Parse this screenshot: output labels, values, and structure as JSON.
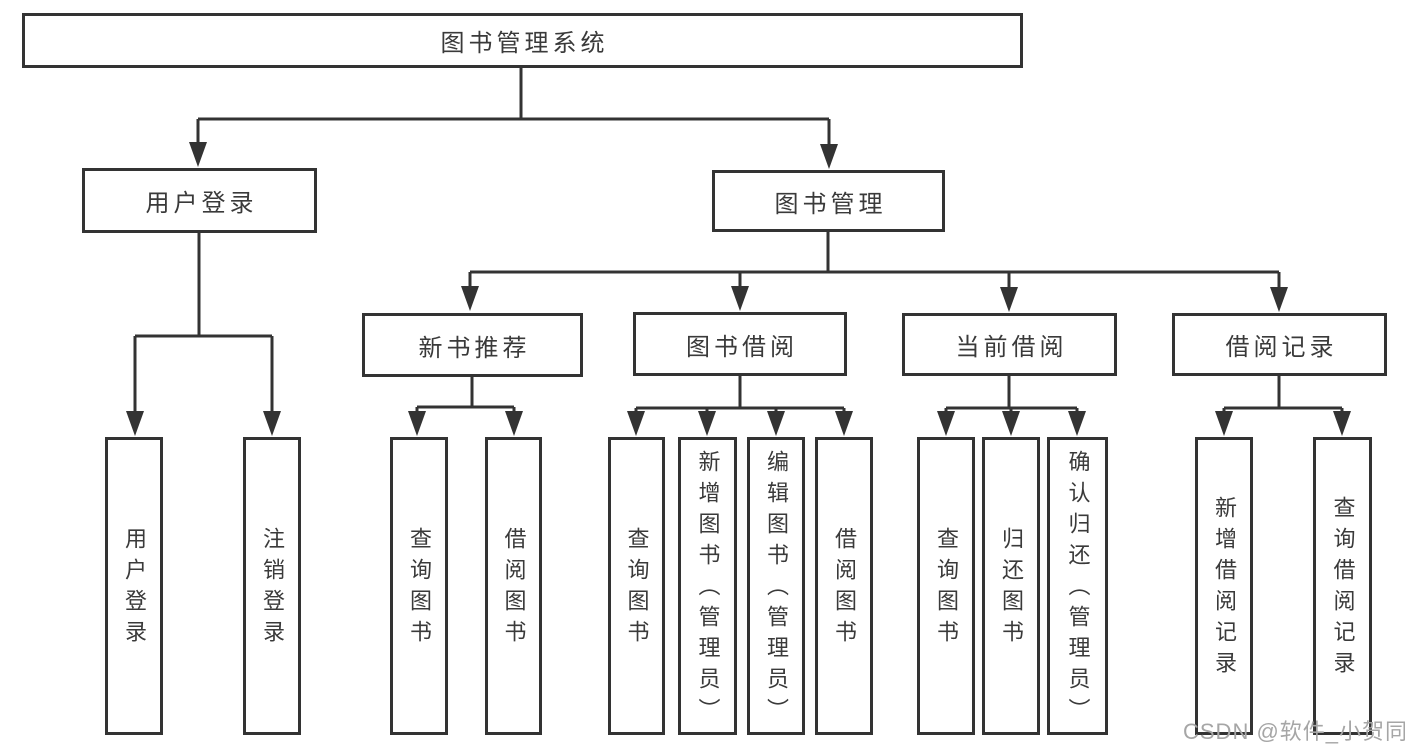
{
  "diagram": {
    "watermark": "CSDN @软件_小贺同学",
    "colors": {
      "line": "#333333",
      "text": "#3a3a3a",
      "box_background": "#ffffff",
      "watermark": "#a6a6a6"
    },
    "nodes": {
      "root": "图书管理系统",
      "user_login": "用户登录",
      "book_mgmt": "图书管理",
      "new_book_rec": "新书推荐",
      "book_borrow": "图书借阅",
      "current_borrow": "当前借阅",
      "borrow_record": "借阅记录",
      "ul_login": "用户登录",
      "ul_logout": "注销登录",
      "nb_query": "查询图书",
      "nb_borrow": "借阅图书",
      "bb_query": "查询图书",
      "bb_add": "新增图书（管理员）",
      "bb_edit": "编辑图书（管理员）",
      "bb_borrow": "借阅图书",
      "cb_query": "查询图书",
      "cb_return": "归还图书",
      "cb_confirm": "确认归还（管理员）",
      "br_add": "新增借阅记录",
      "br_query": "查询借阅记录"
    }
  }
}
